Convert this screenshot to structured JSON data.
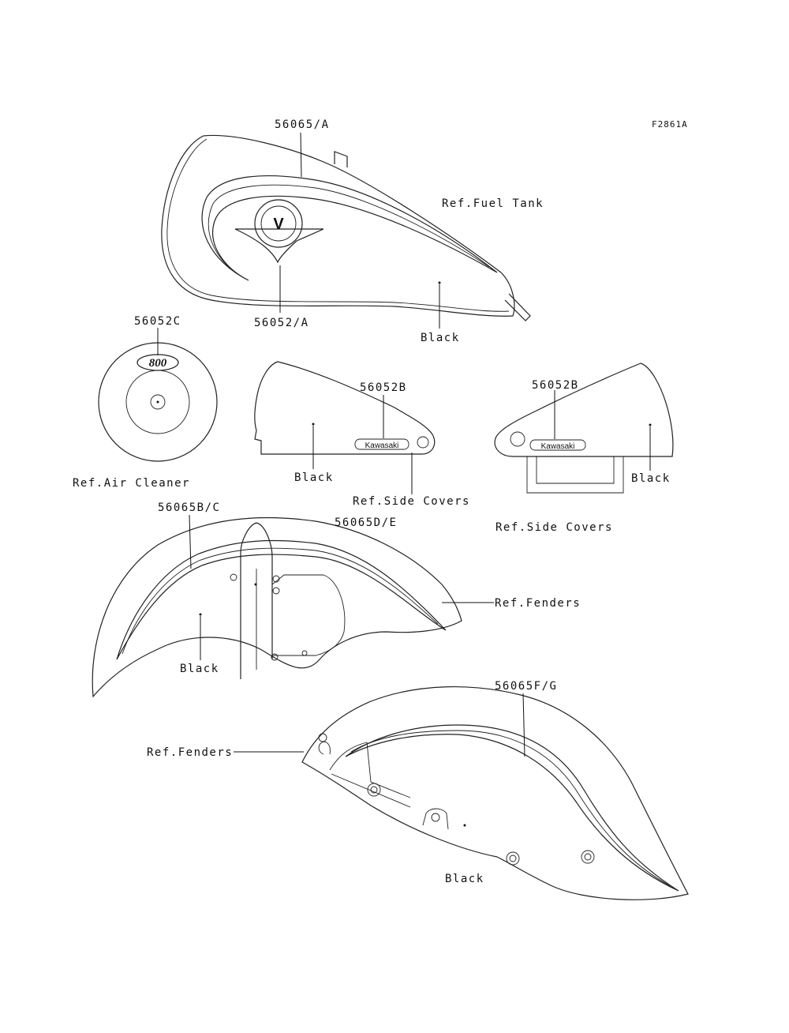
{
  "figure_id": "F2861A",
  "labels": {
    "tank_stripe": "56065/A",
    "ref_fuel_tank": "Ref.Fuel Tank",
    "tank_emblem": "56052/A",
    "tank_black": "Black",
    "air_cleaner_part": "56052C",
    "ref_air_cleaner": "Ref.Air Cleaner",
    "side_cover_left_part": "56052B",
    "side_cover_left_black": "Black",
    "ref_side_covers_left": "Ref.Side Covers",
    "side_cover_right_part": "56052B",
    "side_cover_right_black": "Black",
    "ref_side_covers_right": "Ref.Side Covers",
    "front_fender_stripe_bc": "56065B/C",
    "front_fender_stripe_de": "56065D/E",
    "ref_fenders_front": "Ref.Fenders",
    "front_fender_black": "Black",
    "rear_fender_stripe": "56065F/G",
    "ref_fenders_rear": "Ref.Fenders",
    "rear_fender_black": "Black"
  },
  "emblems": {
    "tank_badge_letter": "V",
    "air_cleaner_badge": "800",
    "side_cover_badge": "Kawasaki"
  }
}
